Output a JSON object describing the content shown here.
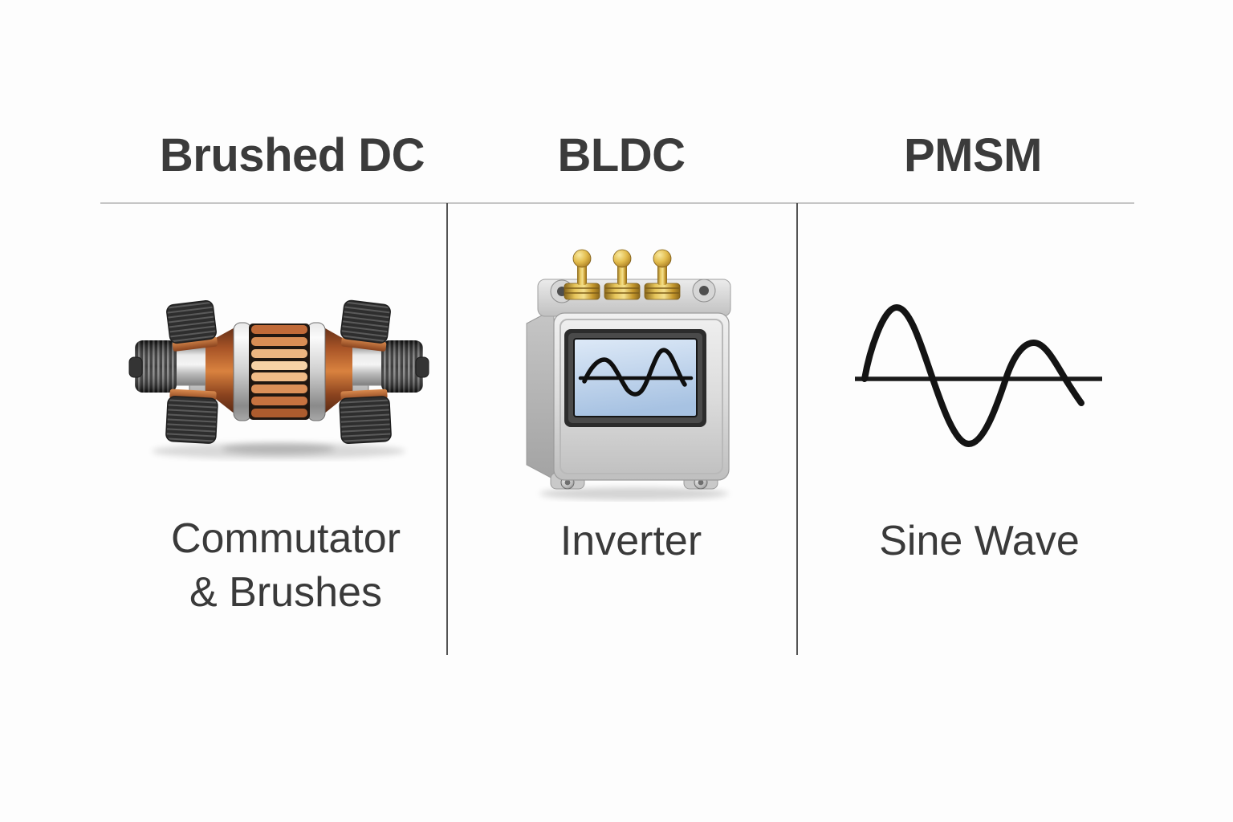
{
  "diagram": {
    "kind": "three-column motor technology comparison",
    "columns": [
      {
        "header": "Brushed DC",
        "caption": "Commutator & Brushes",
        "caption_lines": [
          "Commutator",
          "& Brushes"
        ],
        "illustration": "brushed-dc-rotor-with-commutator-and-brushes"
      },
      {
        "header": "BLDC",
        "caption": "Inverter",
        "caption_lines": [
          "Inverter"
        ],
        "illustration": "inverter-box-with-waveform-screen-and-three-terminals"
      },
      {
        "header": "PMSM",
        "caption": "Sine Wave",
        "caption_lines": [
          "Sine Wave"
        ],
        "illustration": "sine-wave-drawing"
      }
    ],
    "colors": {
      "background": "#fdfdfd",
      "header_text": "#3b3b3b",
      "caption_text": "#3a3a3a",
      "header_rule": "#c6c6c6",
      "column_divider": "#545454",
      "copper": "#c87941",
      "copper_light": "#f7d2a6",
      "brass": "#c9a22e",
      "steel": "#c9c9c9",
      "brush_dark": "#2f2f2f",
      "screen_blue": "#b9cfeb",
      "wave_stroke": "#161616"
    }
  }
}
